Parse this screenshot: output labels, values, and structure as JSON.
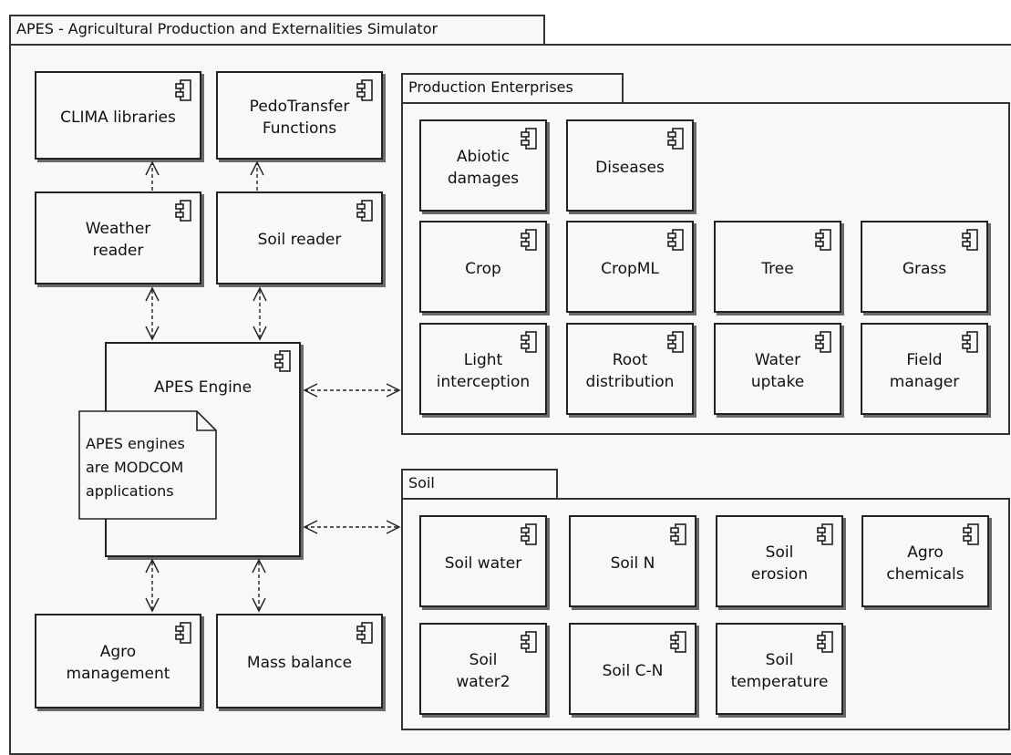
{
  "title": "APES - Agricultural Production and Externalities Simulator",
  "engine": {
    "label": "APES Engine",
    "note": "APES engines\nare MODCOM\napplications"
  },
  "left_components": {
    "clima": "CLIMA libraries",
    "pedotransfer": "PedoTransfer\nFunctions",
    "weather_reader": "Weather\nreader",
    "soil_reader": "Soil reader",
    "agro_management": "Agro\nmanagement",
    "mass_balance": "Mass balance"
  },
  "production": {
    "title": "Production Enterprises",
    "items": [
      "Abiotic\ndamages",
      "Diseases",
      "Crop",
      "CropML",
      "Tree",
      "Grass",
      "Light\ninterception",
      "Root\ndistribution",
      "Water\nuptake",
      "Field\nmanager"
    ]
  },
  "soil": {
    "title": "Soil",
    "items": [
      "Soil water",
      "Soil N",
      "Soil\nerosion",
      "Agro\nchemicals",
      "Soil\nwater2",
      "Soil C-N",
      "Soil\ntemperature"
    ]
  },
  "icon": "component-icon",
  "colors": {
    "line": "#222222",
    "box_fill": "#f8f8f8",
    "shadow": "#6a6a6a"
  }
}
